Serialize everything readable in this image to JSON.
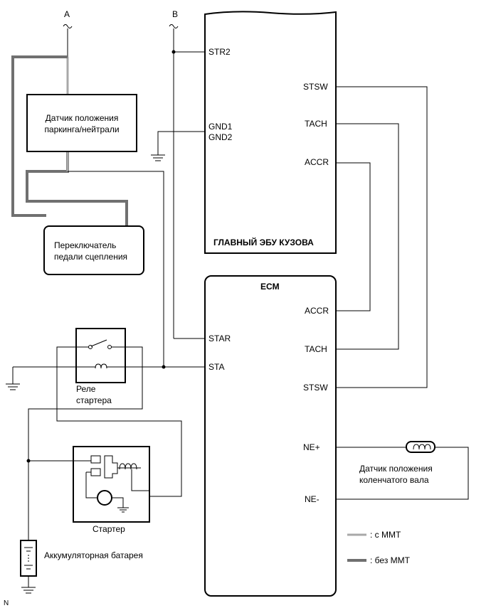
{
  "connectors": {
    "a": "A",
    "b": "B"
  },
  "main_body_ecu": {
    "title": "ГЛАВНЫЙ ЭБУ КУЗОВА",
    "pins": {
      "str2": "STR2",
      "gnd1": "GND1",
      "gnd2": "GND2",
      "stsw": "STSW",
      "tach": "TACH",
      "accr": "ACCR"
    }
  },
  "ecm": {
    "title": "ECM",
    "pins": {
      "accr": "ACCR",
      "tach": "TACH",
      "stsw": "STSW",
      "star": "STAR",
      "sta": "STA",
      "ne_plus": "NE+",
      "ne_minus": "NE-"
    }
  },
  "components": {
    "pn_sensor": [
      "Датчик положения",
      "паркинга/нейтрали"
    ],
    "clutch_switch": [
      "Переключатель",
      "педали сцепления"
    ],
    "starter_relay": [
      "Реле",
      "стартера"
    ],
    "starter": "Стартер",
    "battery": "Аккумуляторная батарея",
    "crank_sensor": [
      "Датчик положения",
      "коленчатого вала"
    ]
  },
  "legend": {
    "with_mmt": {
      "label": ": с MMT",
      "color": "#a8a8a8"
    },
    "without_mmt": {
      "label": ": без MMT",
      "color": "#707070"
    }
  },
  "corner_mark": "N"
}
